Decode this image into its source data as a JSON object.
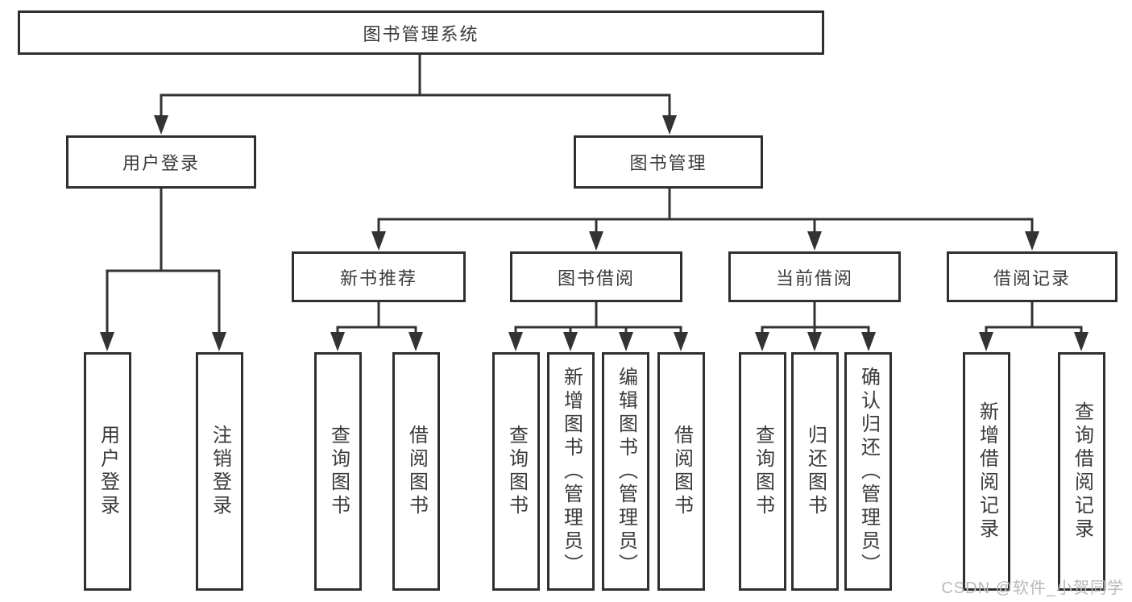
{
  "diagram": {
    "title": "图书管理系统",
    "tree": {
      "root": {
        "label": "图书管理系统",
        "children": [
          {
            "label": "用户登录",
            "children": [
              {
                "label": "用户登录"
              },
              {
                "label": "注销登录"
              }
            ]
          },
          {
            "label": "图书管理",
            "children": [
              {
                "label": "新书推荐",
                "children": [
                  {
                    "label": "查询图书"
                  },
                  {
                    "label": "借阅图书"
                  }
                ]
              },
              {
                "label": "图书借阅",
                "children": [
                  {
                    "label": "查询图书"
                  },
                  {
                    "label": "新增图书（管理员）"
                  },
                  {
                    "label": "编辑图书（管理员）"
                  },
                  {
                    "label": "借阅图书"
                  }
                ]
              },
              {
                "label": "当前借阅",
                "children": [
                  {
                    "label": "查询图书"
                  },
                  {
                    "label": "归还图书"
                  },
                  {
                    "label": "确认归还（管理员）"
                  }
                ]
              },
              {
                "label": "借阅记录",
                "children": [
                  {
                    "label": "新增借阅记录"
                  },
                  {
                    "label": "查询借阅记录"
                  }
                ]
              }
            ]
          }
        ]
      }
    },
    "colors": {
      "line": "#333333",
      "box_border": "#2f2f2f",
      "text": "#3a3a3a",
      "background": "#ffffff",
      "watermark": "#b9b9b9"
    }
  },
  "watermark": {
    "text": "CSDN @软件_小贺同学"
  }
}
